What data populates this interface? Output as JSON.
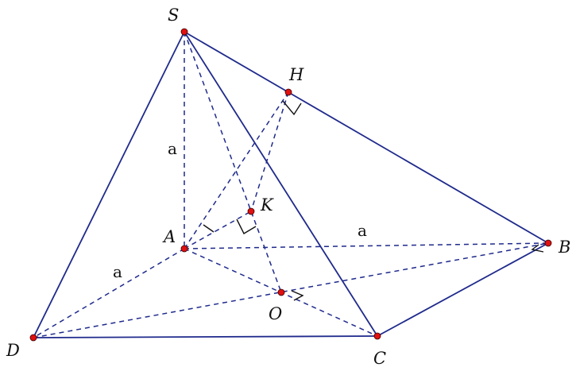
{
  "diagram": {
    "vertex_labels": {
      "S": "S",
      "H": "H",
      "K": "K",
      "A": "A",
      "B": "B",
      "O": "O",
      "C": "C",
      "D": "D"
    },
    "length_labels": {
      "SA": "a",
      "AB": "a",
      "AD": "a"
    },
    "colors": {
      "edge": "#1f2a8c",
      "point": "#e01010"
    }
  }
}
